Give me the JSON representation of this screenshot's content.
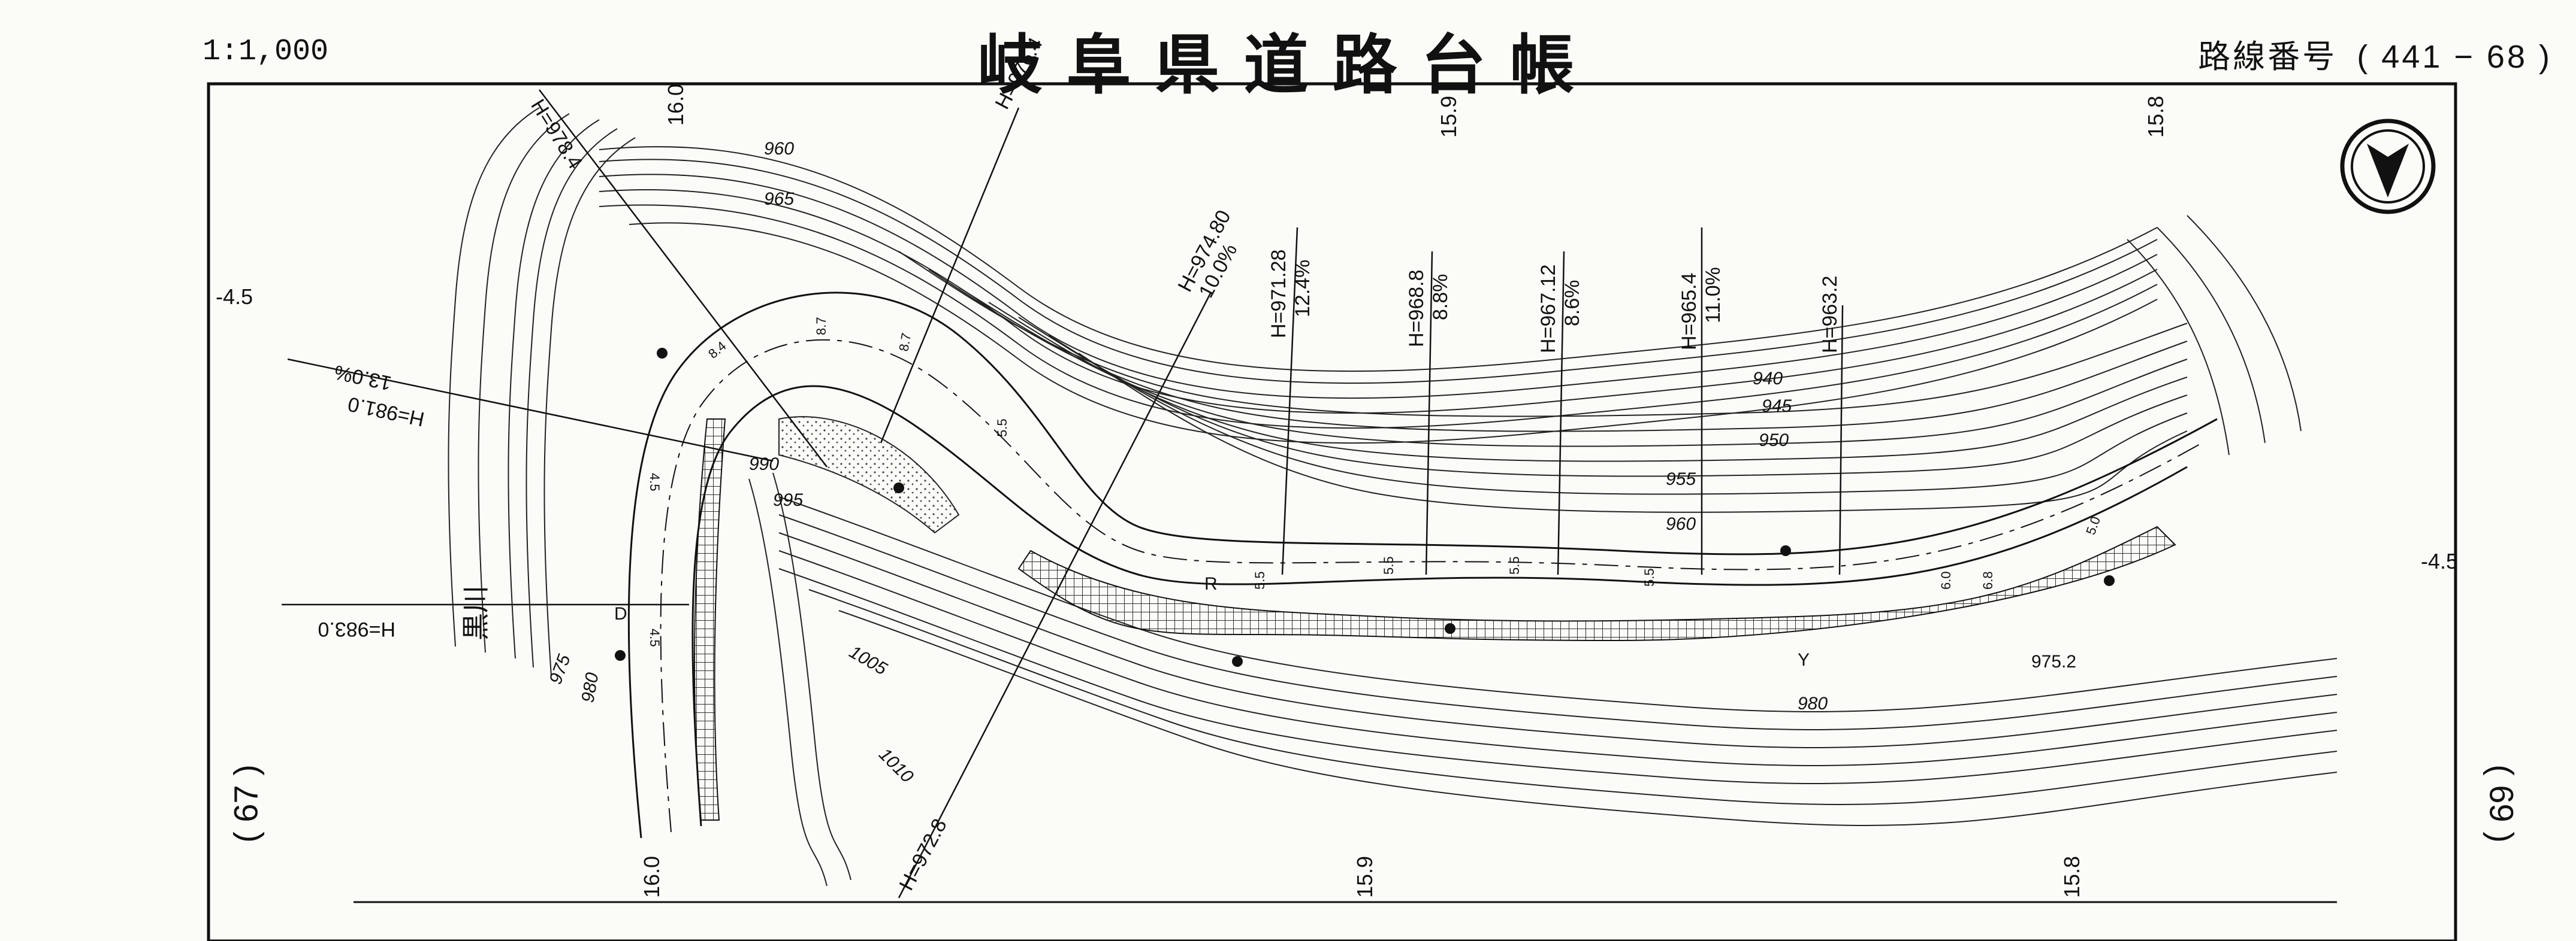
{
  "header": {
    "scale": "1:1,000",
    "title": "岐阜県道路台帳",
    "route_label": "路線番号",
    "route_number": "( 441 − 68 )"
  },
  "margins": {
    "left_page": "( 67 )",
    "right_page": "( 69 )"
  },
  "stations": {
    "top": [
      "16.0",
      "15.9",
      "15.8"
    ],
    "bottom": [
      "16.0",
      "15.9",
      "15.8"
    ],
    "left_offset": "-4.5",
    "right_offset": "-4.5"
  },
  "cross_sections": [
    {
      "h": "H=978.4",
      "grade": ""
    },
    {
      "h": "H=976.4",
      "grade": ""
    },
    {
      "h": "H=974.80",
      "grade": "10.0%"
    },
    {
      "h": "H=971.28",
      "grade": "12.4%"
    },
    {
      "h": "H=968.8",
      "grade": "8.8%"
    },
    {
      "h": "H=967.12",
      "grade": "8.6%"
    },
    {
      "h": "H=965.4",
      "grade": "11.0%"
    },
    {
      "h": "H=963.2",
      "grade": ""
    },
    {
      "h": "H=981.0",
      "grade": "13.0%"
    },
    {
      "h": "H=983.0",
      "grade": ""
    },
    {
      "h": "H=972.8",
      "grade": ""
    }
  ],
  "contours": [
    "960",
    "965",
    "940",
    "945",
    "950",
    "955",
    "960",
    "990",
    "995",
    "1005",
    "1010",
    "975",
    "980",
    "975.2",
    "980"
  ],
  "river": "黒川",
  "road_codes": [
    "R",
    "Y",
    "D"
  ],
  "widths": [
    "8.7",
    "8.7",
    "8.4",
    "5.5",
    "5.5",
    "5.5",
    "5.5",
    "6.0",
    "6.8",
    "5.0",
    "5.5",
    "4.5",
    "4.5"
  ],
  "colors": {
    "ink": "#111111",
    "paper": "#fbfbf8",
    "hatch": "#333333"
  },
  "icons": [
    "north-arrow-icon"
  ]
}
